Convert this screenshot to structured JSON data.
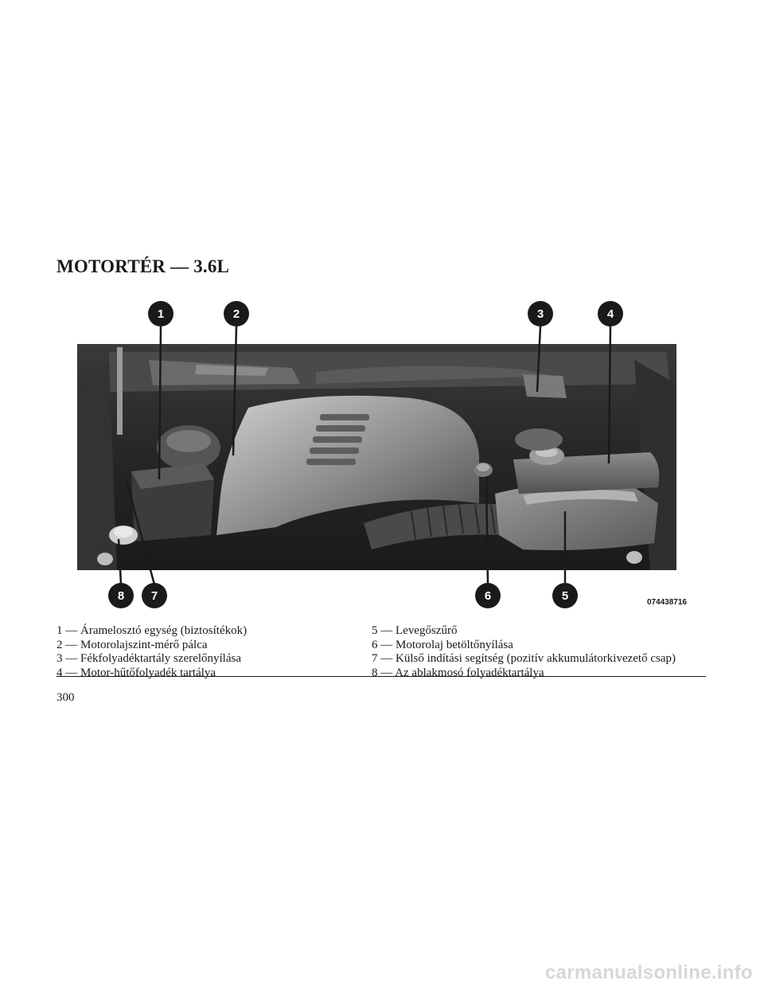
{
  "page": {
    "title": "MOTORTÉR — 3.6L",
    "page_number": "300"
  },
  "figure": {
    "code": "074438716",
    "callouts": [
      "1",
      "2",
      "3",
      "4",
      "5",
      "6",
      "7",
      "8"
    ]
  },
  "legend": {
    "left": [
      "1 — Áramelosztó egység (biztosítékok)",
      "2 — Motorolajszint-mérő pálca",
      "3 — Fékfolyadéktartály szerelőnyílása",
      "4 — Motor-hűtőfolyadék tartálya"
    ],
    "right": [
      "5 — Levegőszűrő",
      "6 — Motorolaj betöltőnyílása",
      "7 — Külső indítási segítség (pozitív akkumulátorkivezető csap)",
      "8 — Az ablakmosó folyadéktartálya"
    ]
  },
  "watermark": "carmanualsonline.info",
  "colors": {
    "ink": "#1a1a1a",
    "photo_dark": "#2b2b2b",
    "photo_mid": "#6e6e6e",
    "photo_light": "#bdbdbd",
    "watermark": "#d7d7d7"
  }
}
